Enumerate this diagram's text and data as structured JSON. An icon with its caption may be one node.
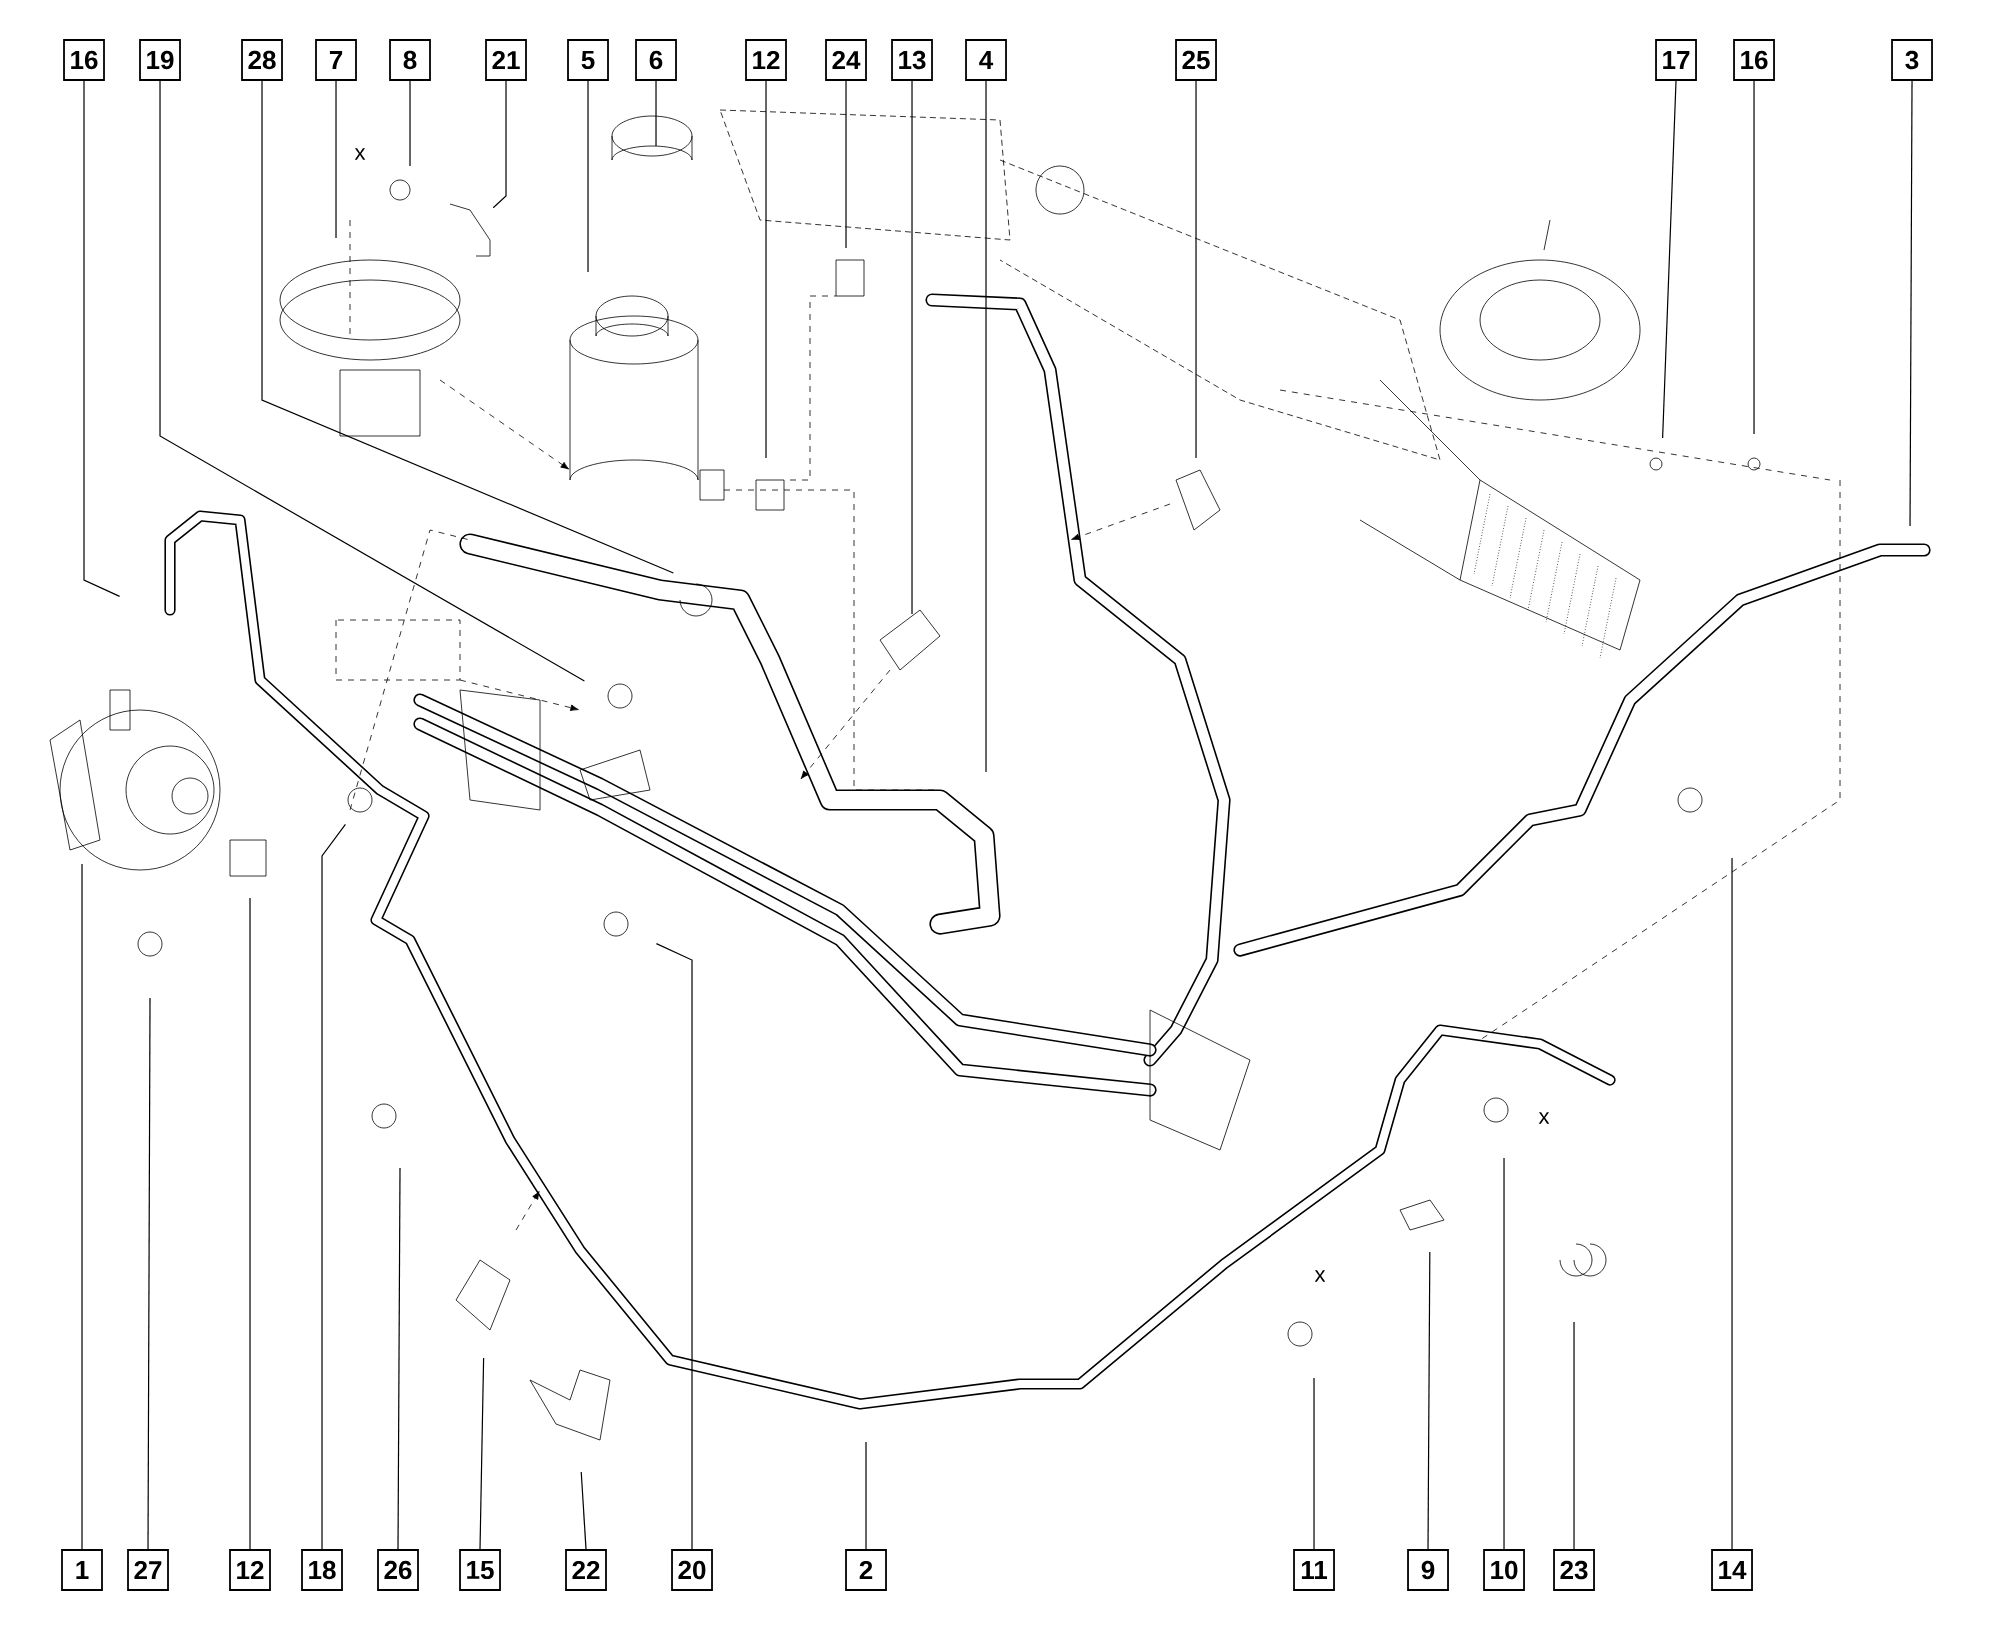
{
  "diagram": {
    "nodes": [
      {
        "text": [
          "16"
        ]
      },
      {
        "text": [
          "19"
        ]
      },
      {
        "text": [
          "28"
        ]
      },
      {
        "text": [
          "7"
        ]
      },
      {
        "text": [
          "8"
        ]
      },
      {
        "text": [
          "21"
        ]
      },
      {
        "text": [
          "5"
        ]
      },
      {
        "text": [
          "6"
        ]
      },
      {
        "text": [
          "12"
        ]
      },
      {
        "text": [
          "24"
        ]
      },
      {
        "text": [
          "13"
        ]
      },
      {
        "text": [
          "4"
        ]
      },
      {
        "text": [
          "25"
        ]
      },
      {
        "text": [
          "17"
        ]
      },
      {
        "text": [
          "16"
        ]
      },
      {
        "text": [
          "3"
        ]
      },
      {
        "text": [
          "1"
        ]
      },
      {
        "text": [
          "27"
        ]
      },
      {
        "text": [
          "12"
        ]
      },
      {
        "text": [
          "18"
        ]
      },
      {
        "text": [
          "26"
        ]
      },
      {
        "text": [
          "15"
        ]
      },
      {
        "text": [
          "22"
        ]
      },
      {
        "text": [
          "20"
        ]
      },
      {
        "text": [
          "2"
        ]
      },
      {
        "text": [
          "11"
        ]
      },
      {
        "text": [
          "9"
        ]
      },
      {
        "text": [
          "10"
        ]
      },
      {
        "text": [
          "23"
        ]
      },
      {
        "text": [
          "14"
        ]
      }
    ],
    "edges": [
      {
        "from": 0,
        "to": null,
        "arrow": "none"
      },
      {
        "from": 1,
        "to": null,
        "arrow": "none"
      },
      {
        "from": 2,
        "to": null,
        "arrow": "none"
      },
      {
        "from": 3,
        "to": null,
        "arrow": "none"
      },
      {
        "from": 4,
        "to": null,
        "arrow": "none"
      },
      {
        "from": 5,
        "to": null,
        "arrow": "none"
      },
      {
        "from": 6,
        "to": null,
        "arrow": "none"
      },
      {
        "from": 7,
        "to": null,
        "arrow": "none"
      },
      {
        "from": 8,
        "to": null,
        "arrow": "none"
      },
      {
        "from": 9,
        "to": null,
        "arrow": "none"
      },
      {
        "from": 10,
        "to": null,
        "arrow": "none"
      },
      {
        "from": 11,
        "to": null,
        "arrow": "none"
      },
      {
        "from": 12,
        "to": null,
        "arrow": "none"
      },
      {
        "from": 13,
        "to": null,
        "arrow": "none"
      },
      {
        "from": 14,
        "to": null,
        "arrow": "none"
      },
      {
        "from": 15,
        "to": null,
        "arrow": "none"
      },
      {
        "from": 16,
        "to": null,
        "arrow": "none"
      },
      {
        "from": 17,
        "to": null,
        "arrow": "none"
      },
      {
        "from": 18,
        "to": null,
        "arrow": "none"
      },
      {
        "from": 19,
        "to": null,
        "arrow": "none"
      },
      {
        "from": 20,
        "to": null,
        "arrow": "none"
      },
      {
        "from": 21,
        "to": null,
        "arrow": "none"
      },
      {
        "from": 22,
        "to": null,
        "arrow": "none"
      },
      {
        "from": 23,
        "to": null,
        "arrow": "none"
      },
      {
        "from": 24,
        "to": null,
        "arrow": "none"
      },
      {
        "from": 25,
        "to": null,
        "arrow": "none"
      },
      {
        "from": 26,
        "to": null,
        "arrow": "none"
      },
      {
        "from": 27,
        "to": null,
        "arrow": "none"
      },
      {
        "from": 28,
        "to": null,
        "arrow": "none"
      },
      {
        "from": 29,
        "to": null,
        "arrow": "none"
      }
    ],
    "labels": [
      "x",
      "x",
      "x"
    ]
  }
}
